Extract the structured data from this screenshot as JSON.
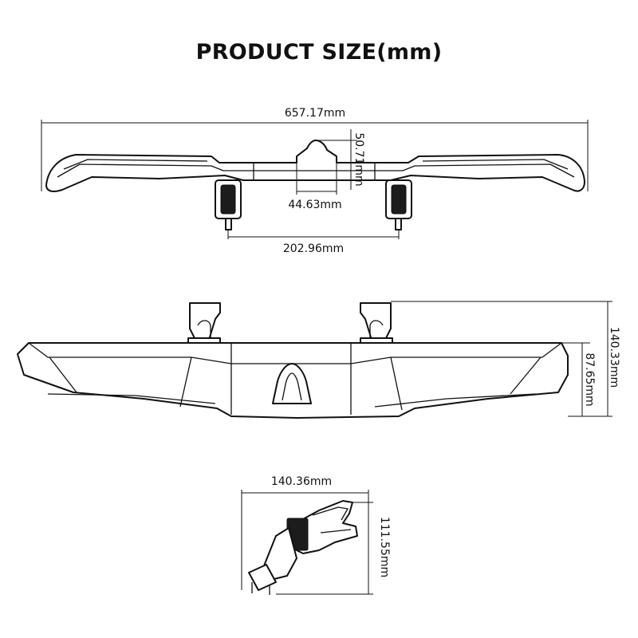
{
  "title": "PRODUCT SIZE(mm)",
  "dimensions": {
    "overall_length": "657.17mm",
    "center_height": "50.71mm",
    "center_width": "44.63mm",
    "mount_spacing": "202.96mm",
    "total_height": "140.33mm",
    "wing_height": "87.65mm",
    "side_depth": "140.36mm",
    "side_height": "111.55mm"
  }
}
